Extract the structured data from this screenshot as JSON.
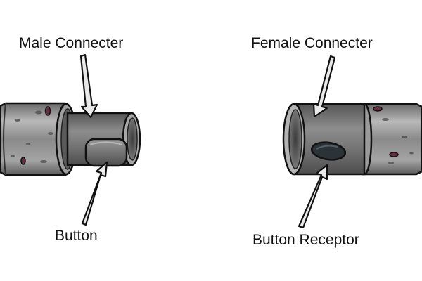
{
  "labels": {
    "male_connector": "Male Connecter",
    "female_connector": "Female Connecter",
    "button": "Button",
    "button_receptor": "Button Receptor"
  },
  "colors": {
    "metal_dark": "#5a5a5a",
    "metal_mid": "#8e8e8e",
    "metal_light": "#c9c9c9",
    "outline": "#111111",
    "arrow_fill": "#e9e9e9",
    "receptor_dark": "#2b3238"
  }
}
